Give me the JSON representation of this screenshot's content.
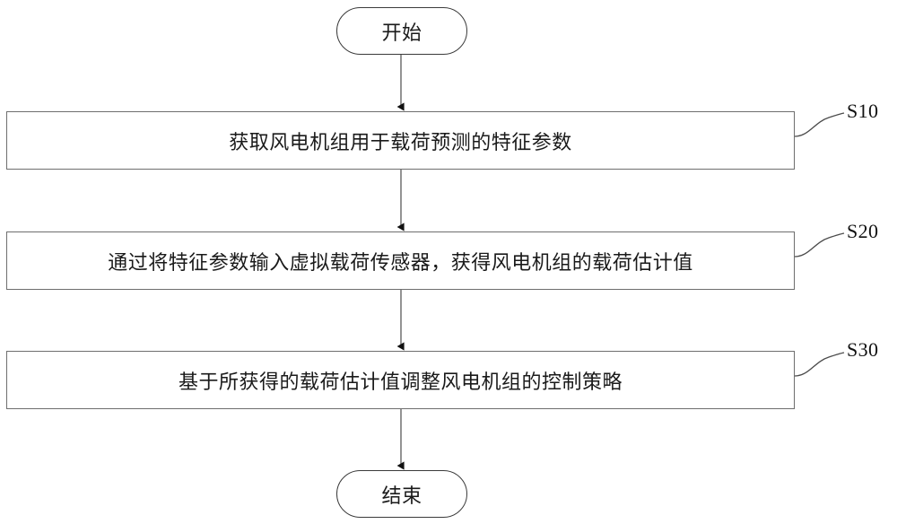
{
  "figure": {
    "type": "flowchart",
    "orientation": "vertical",
    "language": "zh-CN",
    "colors": {
      "background": "#ffffff",
      "process_border": "#6e6e6e",
      "terminator_border": "#3b3b3b",
      "connector": "#7a7a7a",
      "arrowhead": "#111111",
      "text": "#1a1a1a"
    }
  },
  "nodes": {
    "start": {
      "label": "开始",
      "shape": "stadium"
    },
    "step1": {
      "label": "获取风电机组用于载荷预测的特征参数",
      "shape": "rectangle",
      "tag": "S10"
    },
    "step2": {
      "label": "通过将特征参数输入虚拟载荷传感器，获得风电机组的载荷估计值",
      "shape": "rectangle",
      "tag": "S20"
    },
    "step3": {
      "label": "基于所获得的载荷估计值调整风电机组的控制策略",
      "shape": "rectangle",
      "tag": "S30"
    },
    "end": {
      "label": "结束",
      "shape": "stadium"
    }
  },
  "connectors": [
    {
      "from": "start",
      "to": "step1",
      "arrow": "down"
    },
    {
      "from": "step1",
      "to": "step2",
      "arrow": "down"
    },
    {
      "from": "step2",
      "to": "step3",
      "arrow": "down"
    },
    {
      "from": "step3",
      "to": "end",
      "arrow": "down"
    }
  ],
  "leaders": [
    {
      "tag": "S10",
      "from_node": "step1",
      "style": "s-curve"
    },
    {
      "tag": "S20",
      "from_node": "step2",
      "style": "s-curve"
    },
    {
      "tag": "S30",
      "from_node": "step3",
      "style": "s-curve"
    }
  ]
}
